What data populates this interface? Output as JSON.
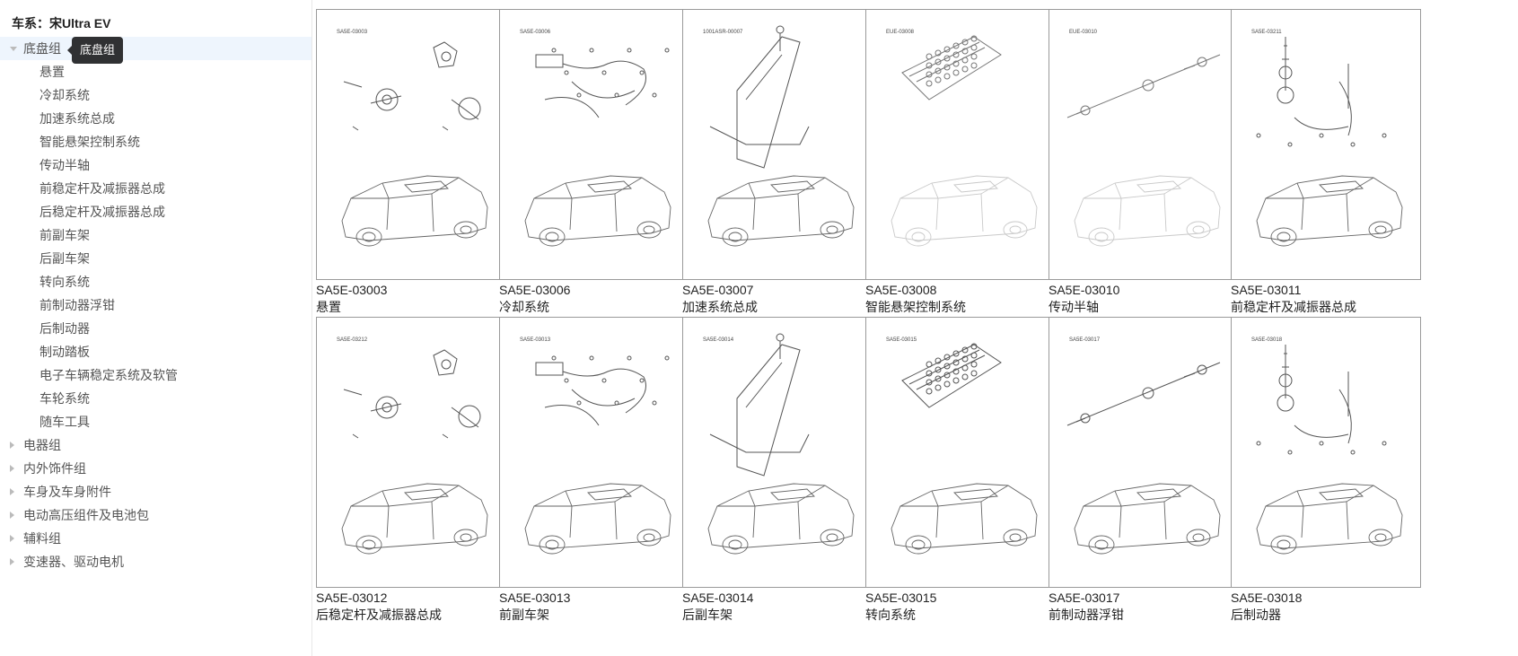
{
  "sidebar": {
    "vehicle_title": "车系：宋Ultra EV",
    "tooltip": "底盘组",
    "groups": [
      {
        "label": "底盘组",
        "expanded": true,
        "children": [
          "悬置",
          "冷却系统",
          "加速系统总成",
          "智能悬架控制系统",
          "传动半轴",
          "前稳定杆及减振器总成",
          "后稳定杆及减振器总成",
          "前副车架",
          "后副车架",
          "转向系统",
          "前制动器浮钳",
          "后制动器",
          "制动踏板",
          "电子车辆稳定系统及软管",
          "车轮系统",
          "随车工具"
        ]
      },
      {
        "label": "电器组",
        "expanded": false,
        "children": []
      },
      {
        "label": "内外饰件组",
        "expanded": false,
        "children": []
      },
      {
        "label": "车身及车身附件",
        "expanded": false,
        "children": []
      },
      {
        "label": "电动高压组件及电池包",
        "expanded": false,
        "children": []
      },
      {
        "label": "辅料组",
        "expanded": false,
        "children": []
      },
      {
        "label": "变速器、驱动电机",
        "expanded": false,
        "children": []
      }
    ]
  },
  "gallery": {
    "cards": [
      {
        "code": "SA5E-03003",
        "name": "悬置",
        "drawing_label": "SA5E-03003",
        "faded": false
      },
      {
        "code": "SA5E-03006",
        "name": "冷却系统",
        "drawing_label": "SA5E-03006",
        "faded": false
      },
      {
        "code": "SA5E-03007",
        "name": "加速系统总成",
        "drawing_label": "1001ASR-00007",
        "faded": false
      },
      {
        "code": "SA5E-03008",
        "name": "智能悬架控制系统",
        "drawing_label": "EUE-03008",
        "faded": true
      },
      {
        "code": "SA5E-03010",
        "name": "传动半轴",
        "drawing_label": "EUE-03010",
        "faded": true
      },
      {
        "code": "SA5E-03011",
        "name": "前稳定杆及减振器总成",
        "drawing_label": "SA5E-03211",
        "faded": false
      },
      {
        "code": "SA5E-03012",
        "name": "后稳定杆及减振器总成",
        "drawing_label": "SA5E-03212",
        "faded": false
      },
      {
        "code": "SA5E-03013",
        "name": "前副车架",
        "drawing_label": "SA5E-03013",
        "faded": false
      },
      {
        "code": "SA5E-03014",
        "name": "后副车架",
        "drawing_label": "SA5E-03014",
        "faded": false
      },
      {
        "code": "SA5E-03015",
        "name": "转向系统",
        "drawing_label": "SA5E-03015",
        "faded": false
      },
      {
        "code": "SA5E-03017",
        "name": "前制动器浮钳",
        "drawing_label": "SA5E-03017",
        "faded": false
      },
      {
        "code": "SA5E-03018",
        "name": "后制动器",
        "drawing_label": "SA5E-03018",
        "faded": false
      }
    ]
  }
}
